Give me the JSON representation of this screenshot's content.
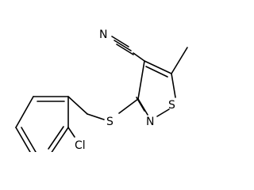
{
  "molecule": {
    "atom_labels": {
      "nitrile_n": "N",
      "ring_s": "S",
      "ring_n": "N",
      "thioether_s": "S",
      "chloro": "Cl"
    },
    "bond_color": "#000000",
    "label_color": "#000000"
  }
}
